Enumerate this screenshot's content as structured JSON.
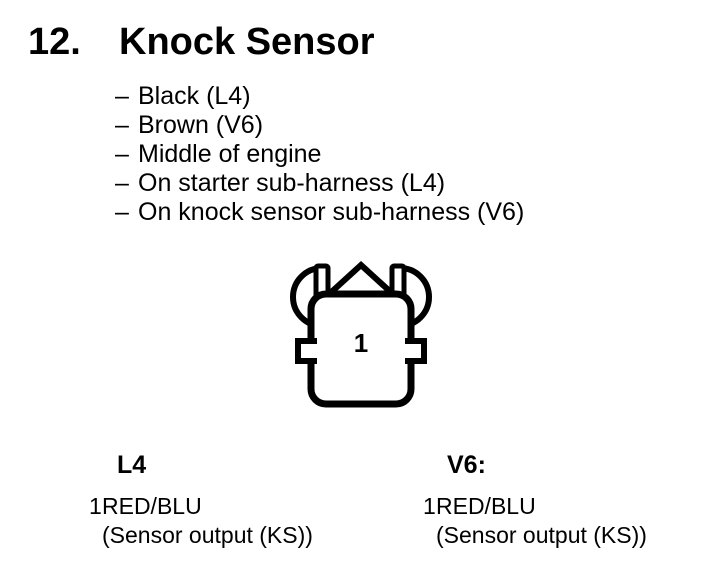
{
  "section": {
    "number": "12.",
    "title": "Knock Sensor",
    "marker": "–",
    "bullets": [
      "Black (L4)",
      "Brown (V6)",
      "Middle of engine",
      "On starter sub-harness (L4)",
      "On knock sensor sub-harness (V6)"
    ]
  },
  "connector": {
    "pin_label": "1"
  },
  "columns": [
    {
      "heading": "L4",
      "pins": [
        {
          "number": "1",
          "wire": "RED/BLU",
          "function": "(Sensor output (KS))"
        }
      ]
    },
    {
      "heading": "V6:",
      "pins": [
        {
          "number": "1",
          "wire": "RED/BLU",
          "function": "(Sensor output (KS))"
        }
      ]
    }
  ],
  "colors": {
    "ink": "#000000",
    "background": "#ffffff"
  }
}
